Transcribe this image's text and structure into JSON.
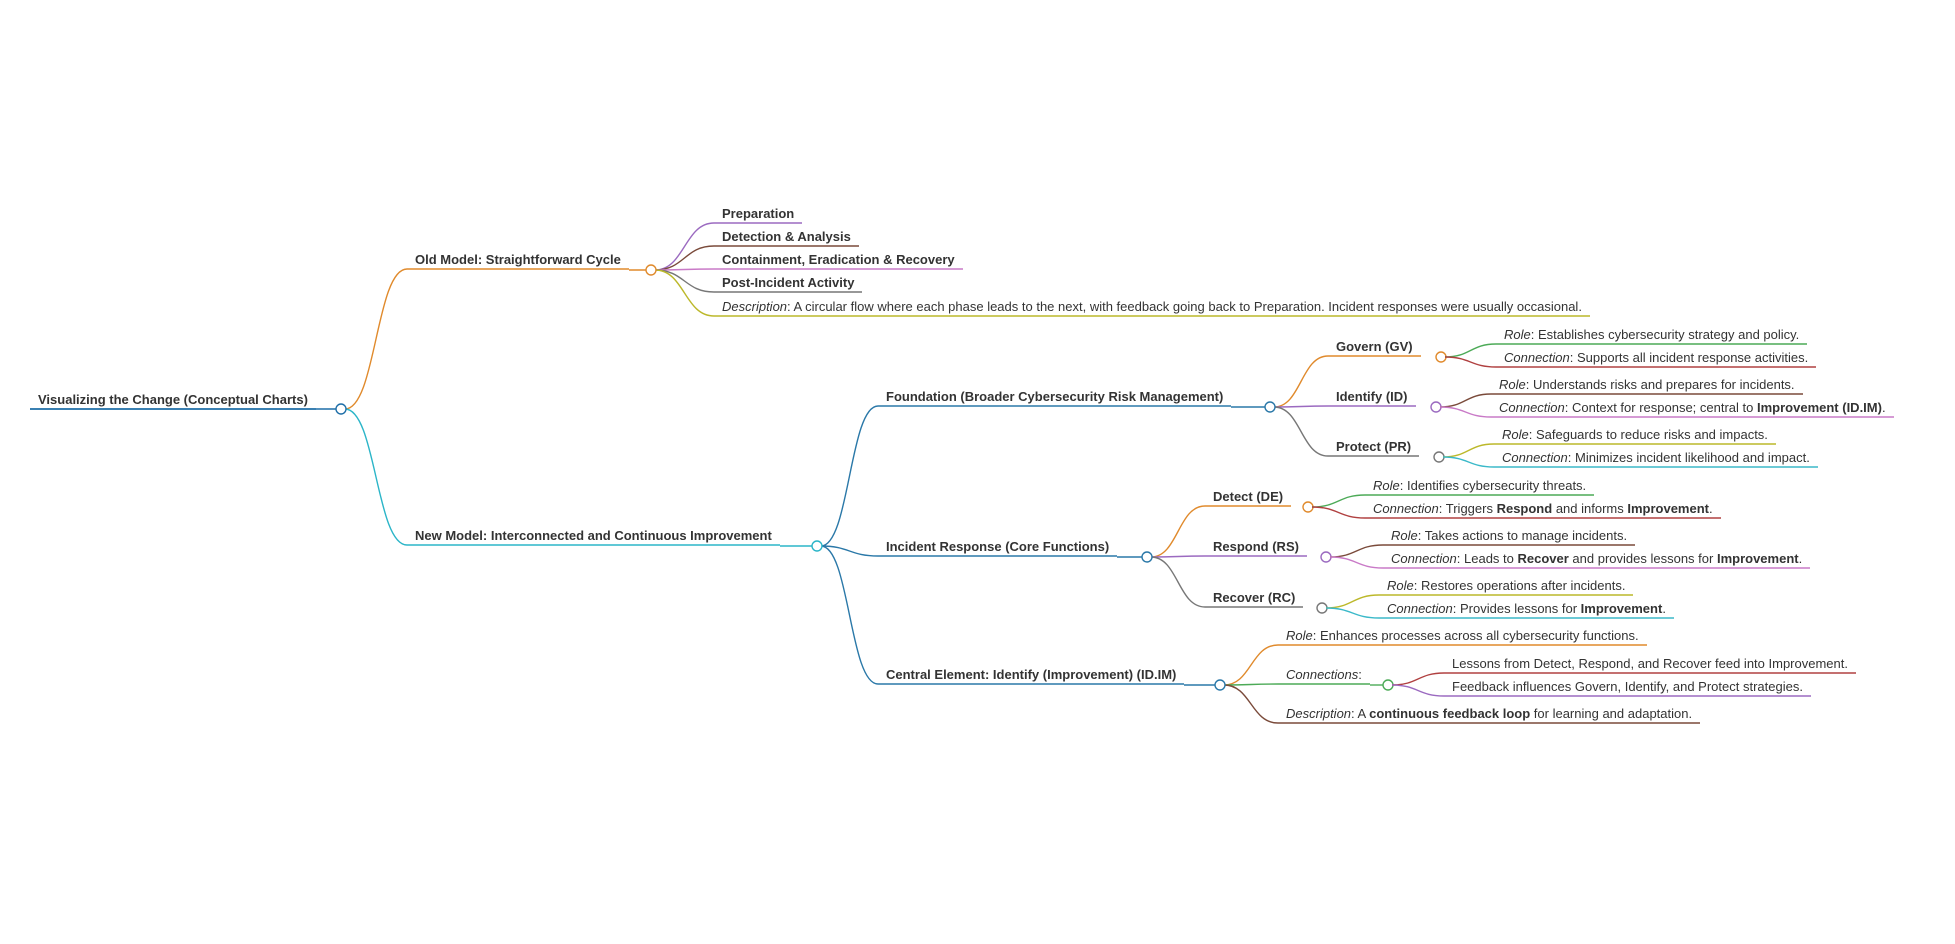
{
  "root": {
    "label": "Visualizing the Change (Conceptual Charts)"
  },
  "old_model": {
    "label": "Old Model: Straightforward Cycle",
    "phases": [
      "Preparation",
      "Detection & Analysis",
      "Containment, Eradication & Recovery",
      "Post-Incident Activity"
    ],
    "description": {
      "term": "Description",
      "text": ": A circular flow where each phase leads to the next, with feedback going back to Preparation. Incident responses were usually occasional."
    }
  },
  "new_model": {
    "label": "New Model: Interconnected and Continuous Improvement",
    "foundation": {
      "label": "Foundation (Broader Cybersecurity Risk Management)",
      "govern": {
        "label": "Govern (GV)",
        "role": {
          "term": "Role",
          "text": ": Establishes cybersecurity strategy and policy."
        },
        "connection": {
          "term": "Connection",
          "text": ": Supports all incident response activities."
        }
      },
      "identify": {
        "label": "Identify (ID)",
        "role": {
          "term": "Role",
          "text": ": Understands risks and prepares for incidents."
        },
        "connection": {
          "term": "Connection",
          "text": ": Context for response; central to ",
          "bold": "Improvement (ID.IM)",
          "end": "."
        }
      },
      "protect": {
        "label": "Protect (PR)",
        "role": {
          "term": "Role",
          "text": ": Safeguards to reduce risks and impacts."
        },
        "connection": {
          "term": "Connection",
          "text": ": Minimizes incident likelihood and impact."
        }
      }
    },
    "incident_response": {
      "label": "Incident Response (Core Functions)",
      "detect": {
        "label": "Detect (DE)",
        "role": {
          "term": "Role",
          "text": ": Identifies cybersecurity threats."
        },
        "connection": {
          "term": "Connection",
          "pre": ": Triggers ",
          "b1": "Respond",
          "mid": " and informs ",
          "b2": "Improvement",
          "end": "."
        }
      },
      "respond": {
        "label": "Respond (RS)",
        "role": {
          "term": "Role",
          "text": ": Takes actions to manage incidents."
        },
        "connection": {
          "term": "Connection",
          "pre": ": Leads to ",
          "b1": "Recover",
          "mid": " and provides lessons for ",
          "b2": "Improvement",
          "end": "."
        }
      },
      "recover": {
        "label": "Recover (RC)",
        "role": {
          "term": "Role",
          "text": ": Restores operations after incidents."
        },
        "connection": {
          "term": "Connection",
          "pre": ": Provides lessons for ",
          "b1": "Improvement",
          "end": "."
        }
      }
    },
    "central": {
      "label": "Central Element: Identify (Improvement) (ID.IM)",
      "role": {
        "term": "Role",
        "text": ": Enhances processes across all cybersecurity functions."
      },
      "connections": {
        "term": "Connections",
        "end": ":",
        "items": [
          "Lessons from Detect, Respond, and Recover feed into Improvement.",
          "Feedback influences Govern, Identify, and Protect strategies."
        ]
      },
      "description": {
        "term": "Description",
        "pre": ": A ",
        "bold": "continuous feedback loop",
        "end": " for learning and adaptation."
      }
    }
  },
  "colors": {
    "root": "#1f6fa8",
    "old": "#e08a2c",
    "new": "#2bb5c8",
    "foundation": "#2a78a8",
    "ir": "#2a78a8",
    "central": "#2a78a8",
    "purple": "#9b6ac0",
    "brown": "#7a4a3a",
    "magenta": "#c97ac7",
    "gray": "#777777",
    "olive": "#bcb82a",
    "green": "#4caa57",
    "red": "#b04040",
    "cyan": "#3bb9c9",
    "orange": "#e08a2c"
  }
}
